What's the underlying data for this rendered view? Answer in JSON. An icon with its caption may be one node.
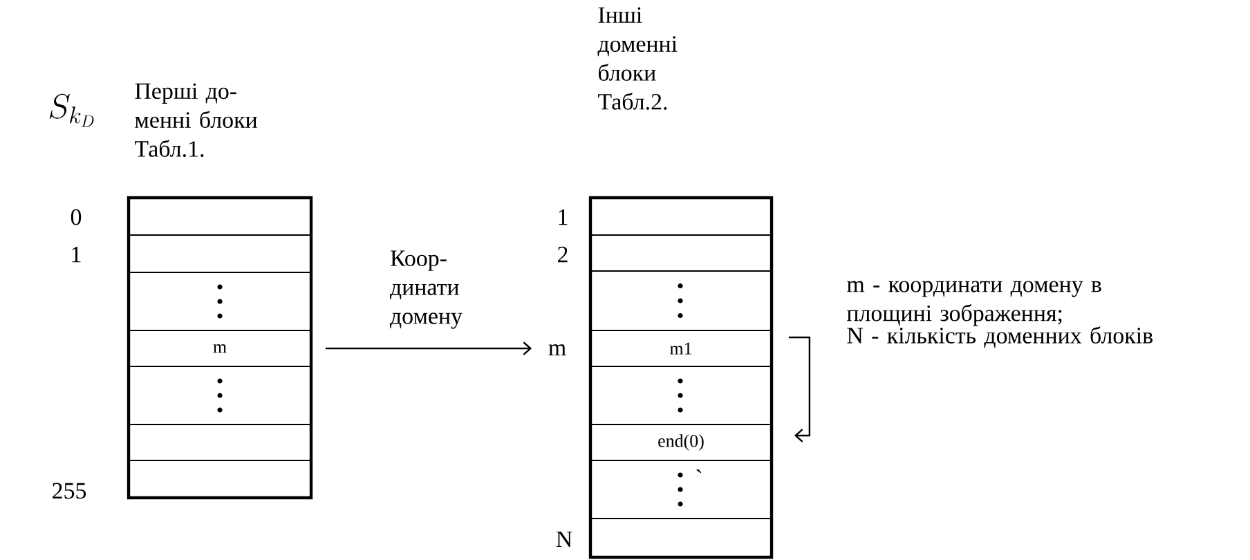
{
  "diagram": {
    "nodes": [
      {
        "text": [
          "Перші до- менні блоки Табл.1."
        ]
      },
      {
        "text": [
          "m"
        ],
        "in": 0
      },
      {
        "text": [
          "Інші доменні блоки Табл.2."
        ]
      },
      {
        "text": [
          "m1"
        ],
        "in": 2
      },
      {
        "text": [
          "end(0)"
        ],
        "in": 2,
        "beside": [
          "`"
        ]
      }
    ],
    "edges": [
      {
        "from": 1,
        "to": 3,
        "arrow": "to",
        "label": "Коор- динати домену"
      },
      {
        "from": 3,
        "to": 4,
        "arrow": "to"
      }
    ],
    "labels": [
      "S_{k_D}",
      "0",
      "1",
      "255",
      "1",
      "2",
      "m",
      "N",
      "m - координати домену в площині зображення;",
      "N - кількість доменних блоків"
    ]
  }
}
